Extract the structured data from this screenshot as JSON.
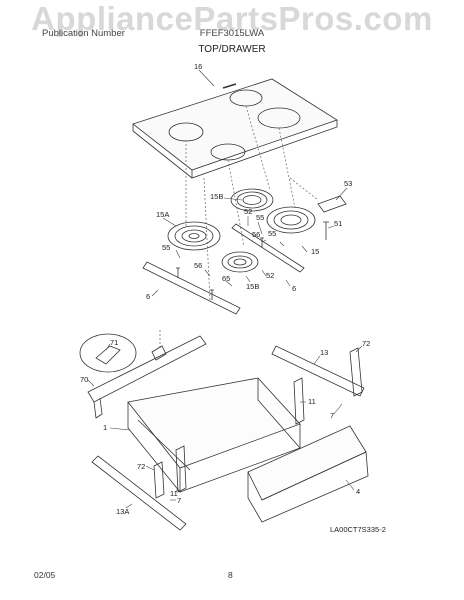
{
  "watermark": "AppliancePartsPros.com",
  "header": {
    "left": "Publication Number",
    "center": "FFEF3015LWA"
  },
  "title": "TOP/DRAWER",
  "callouts": [
    "16",
    "53",
    "15B",
    "52",
    "55",
    "51",
    "15A",
    "55",
    "56",
    "15",
    "55",
    "56",
    "52",
    "65",
    "15B",
    "6",
    "6",
    "71",
    "70",
    "1",
    "72",
    "13",
    "11",
    "7",
    "72",
    "11",
    "7",
    "13A",
    "4"
  ],
  "drawing_code": "LA00CT7S335-2",
  "footer": {
    "date": "02/05",
    "page": "8"
  }
}
